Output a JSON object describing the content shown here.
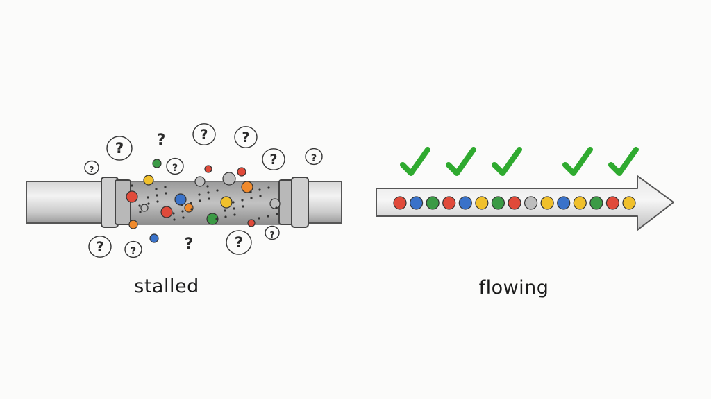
{
  "labels": {
    "stalled": "stalled",
    "flowing": "flowing"
  },
  "glyphs": {
    "question": "?",
    "check": "✔"
  },
  "colors": {
    "ink": "#2a2a2a",
    "pencil": "#6e6e6e",
    "check_green": "#2faa2f",
    "ball_red": "#e04a3a",
    "ball_blue": "#3a72c9",
    "ball_green": "#3b9a45",
    "ball_yellow": "#f0c02c",
    "ball_orange": "#f08a2c",
    "ball_grey": "#bdbdbd"
  },
  "stalled_panel": {
    "checkmarks": 0
  },
  "flowing_panel": {
    "checkmarks": 5,
    "ball_colors": [
      "red",
      "blue",
      "green",
      "red",
      "blue",
      "yellow",
      "green",
      "red",
      "grey",
      "yellow",
      "blue",
      "yellow",
      "green",
      "red",
      "yellow"
    ]
  }
}
